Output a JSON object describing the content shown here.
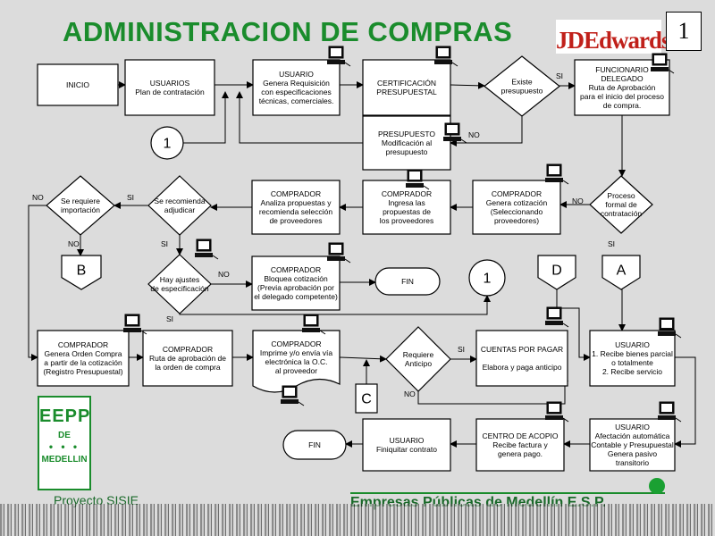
{
  "header": {
    "title": "ADMINISTRACION DE COMPRAS",
    "logo": "JDEdwards",
    "logo_mark": "®",
    "page": "1"
  },
  "footer": {
    "left": "Proyecto SISIE",
    "right": "Empresas Públicas de Medellín E.S.P.",
    "eepp": "EEPP",
    "de": "DE",
    "dots": "• • •",
    "city": "MEDELLIN"
  },
  "colors": {
    "title": "#1a8c2c",
    "logo": "#c0201a",
    "box": "#ffffff",
    "line": "#000000",
    "background": "#dcdcdc"
  },
  "nodes": [
    {
      "id": "inicio",
      "shape": "rect",
      "lines": [
        "INICIO"
      ]
    },
    {
      "id": "usuarios",
      "shape": "rect",
      "lines": [
        "USUARIOS",
        "Plan de contratación"
      ]
    },
    {
      "id": "usuario_req",
      "shape": "rect",
      "lines": [
        "USUARIO",
        "Genera Requisición",
        "con especificaciones",
        "técnicas, comerciales."
      ]
    },
    {
      "id": "certificacion",
      "shape": "rect",
      "lines": [
        "CERTIFICACIÓN",
        "PRESUPUESTAL"
      ]
    },
    {
      "id": "existe",
      "shape": "diamond",
      "lines": [
        "Existe",
        "presupuesto"
      ]
    },
    {
      "id": "funcionario",
      "shape": "rect",
      "lines": [
        "FUNCIONARIO",
        "DELEGADO",
        "Ruta de Aprobación",
        "para el inicio del proceso",
        "de compra."
      ]
    },
    {
      "id": "presupuesto",
      "shape": "rect",
      "lines": [
        "PRESUPUESTO",
        "Modificación al",
        "presupuesto"
      ]
    },
    {
      "id": "c1",
      "shape": "circle",
      "lines": [
        "1"
      ]
    },
    {
      "id": "proceso",
      "shape": "diamond",
      "lines": [
        "Proceso",
        "formal de",
        "contratación"
      ]
    },
    {
      "id": "comp_gen",
      "shape": "rect",
      "lines": [
        "COMPRADOR",
        "Genera cotización",
        "(Seleccionando",
        "proveedores)"
      ]
    },
    {
      "id": "comp_ing",
      "shape": "rect",
      "lines": [
        "COMPRADOR",
        "Ingresa las",
        "propuestas de",
        "los proveedores"
      ]
    },
    {
      "id": "comp_ana",
      "shape": "rect",
      "lines": [
        "COMPRADOR",
        "Analiza propuestas y",
        "recomienda selección",
        "de proveedores"
      ]
    },
    {
      "id": "recomienda",
      "shape": "diamond",
      "lines": [
        "Se recomienda",
        "adjudicar"
      ]
    },
    {
      "id": "importacion",
      "shape": "diamond",
      "lines": [
        "Se requiere",
        "importación"
      ]
    },
    {
      "id": "conn_b",
      "shape": "pentagon",
      "lines": [
        "B"
      ]
    },
    {
      "id": "ajustes",
      "shape": "diamond",
      "lines": [
        "Hay ajustes",
        "de especificación"
      ]
    },
    {
      "id": "comp_bloq",
      "shape": "rect",
      "lines": [
        "COMPRADOR",
        "Bloquea cotización",
        "(Previa aprobación por",
        "el delegado competente)"
      ]
    },
    {
      "id": "fin1",
      "shape": "terminal",
      "lines": [
        "FIN"
      ]
    },
    {
      "id": "c1b",
      "shape": "circle",
      "lines": [
        "1"
      ]
    },
    {
      "id": "conn_d",
      "shape": "pentagon",
      "lines": [
        "D"
      ]
    },
    {
      "id": "conn_a",
      "shape": "pentagon",
      "lines": [
        "A"
      ]
    },
    {
      "id": "comp_orden",
      "shape": "rect",
      "lines": [
        "COMPRADOR",
        "Genera Orden Compra",
        "a partir de la cotización",
        "(Registro Presupuestal)"
      ]
    },
    {
      "id": "comp_ruta",
      "shape": "rect",
      "lines": [
        "COMPRADOR",
        "Ruta de aprobación de",
        "la orden de compra"
      ]
    },
    {
      "id": "comp_imp",
      "shape": "doc",
      "lines": [
        "COMPRADOR",
        "Imprime y/o envía vía",
        "electrónica la O.C.",
        "al proveedor"
      ]
    },
    {
      "id": "anticipo",
      "shape": "diamond",
      "lines": [
        "Requiere",
        "Anticipo"
      ]
    },
    {
      "id": "cuentas",
      "shape": "rect",
      "lines": [
        "CUENTAS POR PAGAR",
        "",
        "Elabora y paga anticipo"
      ]
    },
    {
      "id": "usuario_rec",
      "shape": "rect",
      "lines": [
        "USUARIO",
        "1. Recibe bienes parcial",
        "o totalmente",
        "2. Recibe servicio"
      ]
    },
    {
      "id": "conn_c",
      "shape": "rect",
      "lines": [
        "C"
      ]
    },
    {
      "id": "fin2",
      "shape": "terminal",
      "lines": [
        "FIN"
      ]
    },
    {
      "id": "usuario_fin",
      "shape": "rect",
      "lines": [
        "USUARIO",
        "Finiquitar contrato"
      ]
    },
    {
      "id": "centro",
      "shape": "rect",
      "lines": [
        "CENTRO DE ACOPIO",
        "Recibe factura y",
        "genera pago."
      ]
    },
    {
      "id": "usuario_afec",
      "shape": "rect",
      "lines": [
        "USUARIO",
        "Afectación automática",
        "Contable y Presupuestal",
        "Genera pasivo",
        "transitorio"
      ]
    }
  ],
  "edge_labels": [
    "SI",
    "NO",
    "NO",
    "SI",
    "NO",
    "SI",
    "NO",
    "SI",
    "NO",
    "SI",
    "SI",
    "NO",
    "SI"
  ]
}
